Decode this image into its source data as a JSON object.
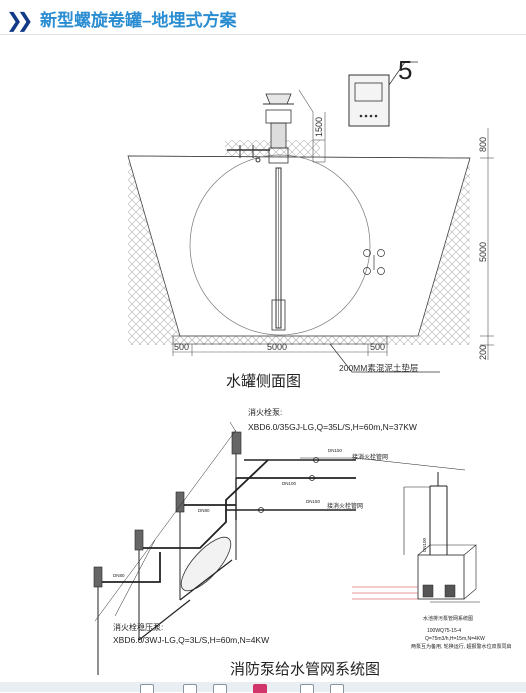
{
  "page": {
    "title": "新型螺旋卷罐–地埋式方案"
  },
  "side_view": {
    "caption": "水罐侧面图",
    "marker_5": "5",
    "dim_1500": "1500",
    "dim_800": "800",
    "dim_5000_v": "5000",
    "dim_200": "200",
    "dim_500_left": "500",
    "dim_5000_h": "5000",
    "dim_500_right": "500",
    "base_note": "200MM素混泥土垫层"
  },
  "system_view": {
    "caption": "消防泵给水管网系统图",
    "pump_main_title": "消火栓泵:",
    "pump_main_spec": "XBD6.0/35GJ-LG,Q=35L/S,H=60m,N=37KW",
    "pump_small_title": "消火栓稳压泵:",
    "pump_small_spec": "XBD6.0/3WJ-LG,Q=3L/S,H=60m,N=4KW",
    "to_hydrant_1": "接消火栓管网",
    "to_hydrant_2": "接消火栓管网",
    "small_pipe_labels": [
      "DN150",
      "DN150",
      "DN80",
      "DN80",
      "DN100"
    ],
    "small_view_title": "水池排污泵管网系统图",
    "small_view_spec": "100WQ75-15-4",
    "small_view_spec2": "Q=75m3/h,H=15m,N=4KW",
    "small_view_note": "两泵互为备用, 轮换运行, 超报警水位双泵同启",
    "small_view_dn": "DN100"
  }
}
